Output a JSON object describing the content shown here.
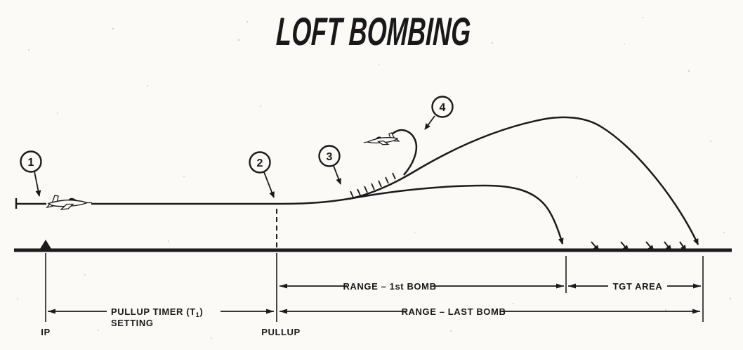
{
  "title": "LOFT BOMBING",
  "callouts": [
    {
      "n": "1"
    },
    {
      "n": "2"
    },
    {
      "n": "3"
    },
    {
      "n": "4"
    }
  ],
  "labels": {
    "ip": "IP",
    "pullup": "PULLUP",
    "pullup_timer_pre": "PULLUP TIMER (T",
    "pullup_timer_sub": "1",
    "pullup_timer_post": ")",
    "pullup_timer_line2": "SETTING",
    "range_first": "RANGE – 1st BOMB",
    "tgt_area": "TGT AREA",
    "range_last": "RANGE – LAST BOMB"
  },
  "colors": {
    "ink": "#1b1b1b",
    "paper": "#fbfaf7"
  }
}
